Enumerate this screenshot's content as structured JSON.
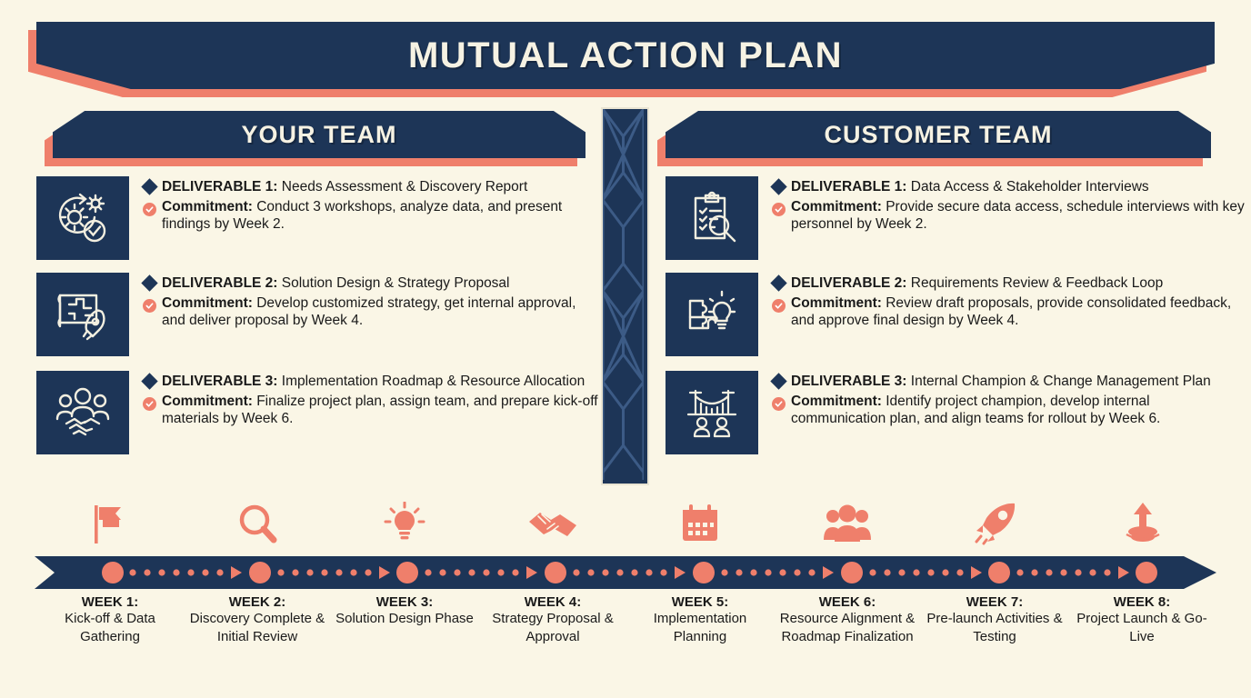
{
  "colors": {
    "background": "#faf6e6",
    "navy": "#1d3557",
    "coral": "#ef7f6b",
    "cream_text": "#f6f2e3"
  },
  "header": {
    "title": "MUTUAL ACTION PLAN"
  },
  "columns": [
    {
      "heading": "YOUR TEAM",
      "items": [
        {
          "icon": "gears-check-icon",
          "deliverable_label": "DELIVERABLE 1:",
          "deliverable_text": " Needs Assessment & Discovery Report",
          "commitment_label": "Commitment:",
          "commitment_text": " Conduct 3 workshops, analyze data, and present findings by Week 2."
        },
        {
          "icon": "blueprint-rocket-icon",
          "deliverable_label": "DELIVERABLE 2:",
          "deliverable_text": " Solution Design & Strategy Proposal",
          "commitment_label": "Commitment:",
          "commitment_text": " Develop customized strategy, get internal approval, and deliver proposal by Week 4."
        },
        {
          "icon": "team-handshake-icon",
          "deliverable_label": "DELIVERABLE 3:",
          "deliverable_text": " Implementation Roadmap & Resource Allocation",
          "commitment_label": "Commitment:",
          "commitment_text": " Finalize project plan, assign team, and prepare kick-off materials by Week 6."
        }
      ]
    },
    {
      "heading": "CUSTOMER TEAM",
      "items": [
        {
          "icon": "clipboard-magnifier-icon",
          "deliverable_label": "DELIVERABLE 1:",
          "deliverable_text": " Data Access & Stakeholder Interviews",
          "commitment_label": "Commitment:",
          "commitment_text": " Provide secure data access, schedule interviews with key personnel by Week 2."
        },
        {
          "icon": "puzzle-lightbulb-icon",
          "deliverable_label": "DELIVERABLE 2:",
          "deliverable_text": " Requirements Review & Feedback Loop",
          "commitment_label": "Commitment:",
          "commitment_text": " Review draft proposals, provide consolidated feedback, and approve final design by Week 4."
        },
        {
          "icon": "bridge-people-icon",
          "deliverable_label": "DELIVERABLE 3:",
          "deliverable_text": " Internal Champion & Change Management Plan",
          "commitment_label": "Commitment:",
          "commitment_text": " Identify project champion, develop internal communication plan, and align teams for rollout by Week 6."
        }
      ]
    }
  ],
  "timeline": {
    "milestones": [
      {
        "icon": "flag-icon",
        "week": "WEEK 1:",
        "desc": "Kick-off & Data Gathering"
      },
      {
        "icon": "magnifier-icon",
        "week": "WEEK 2:",
        "desc": "Discovery Complete & Initial Review"
      },
      {
        "icon": "lightbulb-icon",
        "week": "WEEK 3:",
        "desc": "Solution Design Phase"
      },
      {
        "icon": "handshake-icon",
        "week": "WEEK 4:",
        "desc": "Strategy Proposal & Approval"
      },
      {
        "icon": "calendar-icon",
        "week": "WEEK 5:",
        "desc": "Implementation Planning"
      },
      {
        "icon": "people-group-icon",
        "week": "WEEK 6:",
        "desc": "Resource Alignment & Roadmap Finalization"
      },
      {
        "icon": "rocket-icon",
        "week": "WEEK 7:",
        "desc": "Pre-launch Activities & Testing"
      },
      {
        "icon": "launch-arrow-icon",
        "week": "WEEK 8:",
        "desc": "Project Launch & Go-Live"
      }
    ]
  }
}
